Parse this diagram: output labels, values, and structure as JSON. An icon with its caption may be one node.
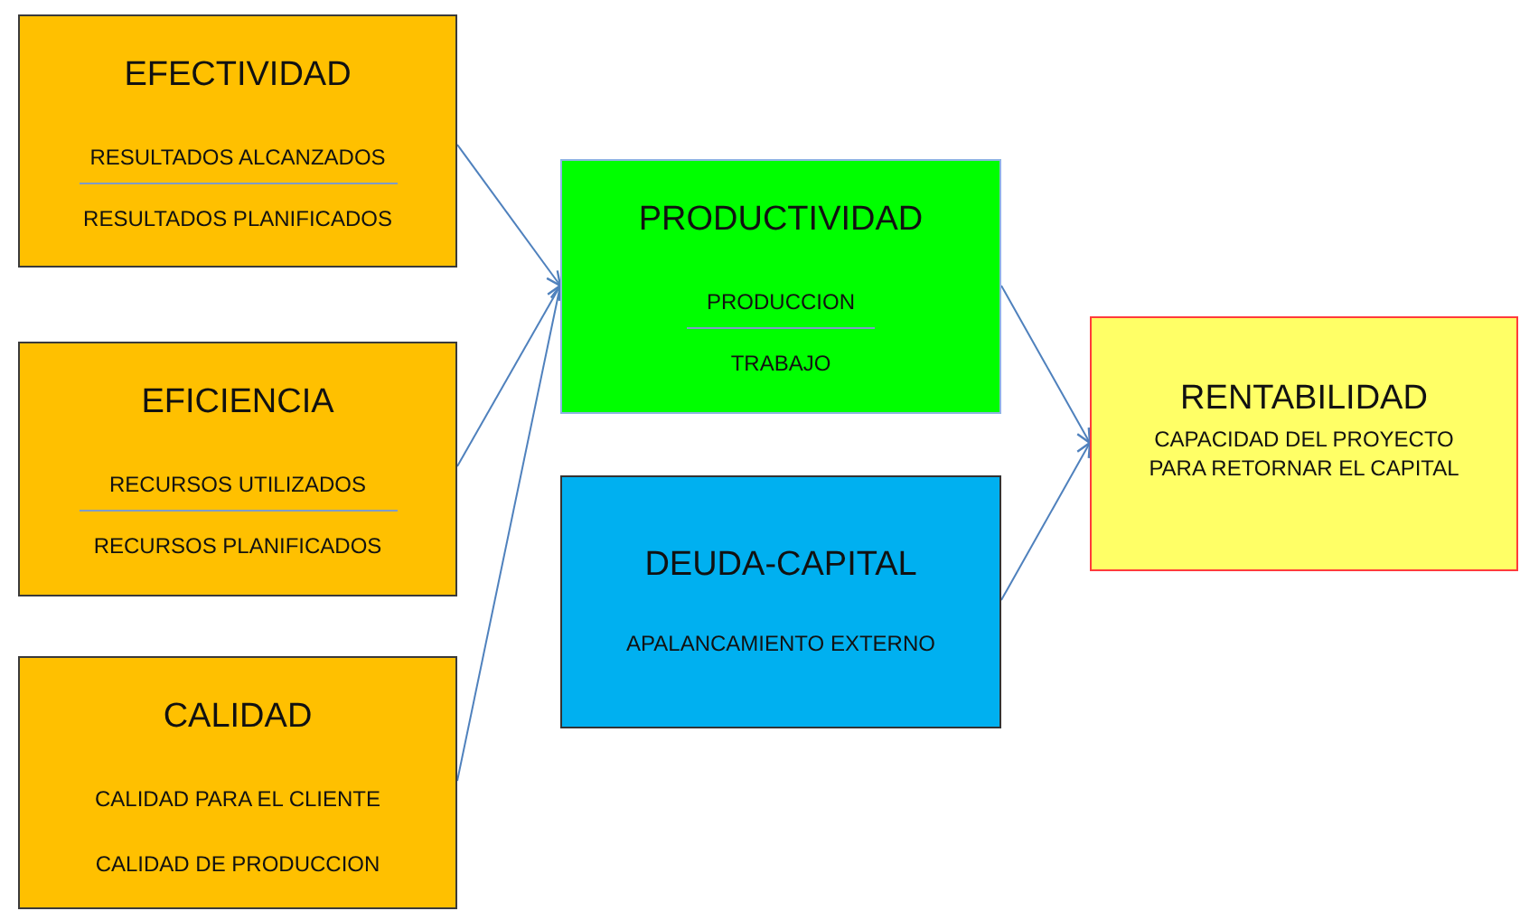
{
  "diagram": {
    "nodes": [
      {
        "text": [
          "EFECTIVIDAD",
          "RESULTADOS ALCANZADOS",
          "RESULTADOS PLANIFICADOS"
        ]
      },
      {
        "text": [
          "EFICIENCIA",
          "RECURSOS UTILIZADOS",
          "RECURSOS PLANIFICADOS"
        ]
      },
      {
        "text": [
          "CALIDAD",
          "CALIDAD PARA EL CLIENTE",
          "CALIDAD DE PRODUCCION"
        ]
      },
      {
        "text": [
          "PRODUCTIVIDAD",
          "PRODUCCION",
          "TRABAJO"
        ]
      },
      {
        "text": [
          "DEUDA-CAPITAL",
          "APALANCAMIENTO EXTERNO"
        ]
      },
      {
        "text": [
          "RENTABILIDAD",
          "CAPACIDAD DEL PROYECTO PARA RETORNAR EL CAPITAL"
        ]
      }
    ],
    "edges": [
      {
        "from": 0,
        "to": 3,
        "arrow": "to"
      },
      {
        "from": 1,
        "to": 3,
        "arrow": "to"
      },
      {
        "from": 2,
        "to": 3,
        "arrow": "to"
      },
      {
        "from": 3,
        "to": 5,
        "arrow": "to"
      },
      {
        "from": 4,
        "to": 5,
        "arrow": "to"
      }
    ]
  }
}
